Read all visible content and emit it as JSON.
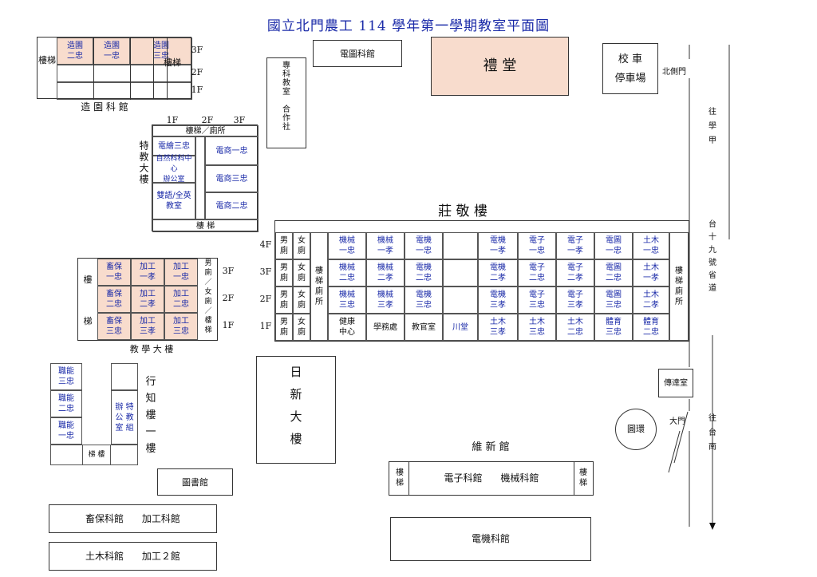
{
  "title": "國立北門農工 114 學年第一學期教室平面圖",
  "zaoyuan": {
    "stairs": "樓梯",
    "classes": [
      "造園\n二忠",
      "造園\n一忠",
      "造園\n三忠"
    ],
    "stairs_right": "樓梯",
    "floors": [
      "3F",
      "2F",
      "1F"
    ],
    "name": "造 園 科 館"
  },
  "dianji_top": "電圖科館",
  "auditorium": "禮  堂",
  "parking": "校    車\n停車場",
  "north_gate": "北側門",
  "zhuanke": "專\n科\n教\n室\n\n合\n作\n社",
  "teijiao": {
    "floors": [
      "1F",
      "2F",
      "3F"
    ],
    "header": "樓梯／廁所",
    "name": "特教大樓",
    "left": [
      "電繪三忠",
      "自然科科中心\n辦公室",
      "雙語/全英\n教室"
    ],
    "right": [
      "電商一忠",
      "電商三忠",
      "電商二忠"
    ],
    "footer": "樓      梯"
  },
  "zhuangjing": {
    "name": "莊    敬    樓",
    "floors": [
      "4F",
      "3F",
      "2F",
      "1F"
    ],
    "men": "男\n廁",
    "women": "女\n廁",
    "stairs_left": "樓\n梯\n廁\n所",
    "stairs_right": "樓\n梯\n廁\n所",
    "rows": [
      [
        "機械\n一忠",
        "機械\n一孝",
        "電機\n一忠",
        "",
        "電機\n一孝",
        "電子\n一忠",
        "電子\n一孝",
        "電圖\n一忠",
        "土木\n一忠"
      ],
      [
        "機械\n二忠",
        "機械\n二孝",
        "電機\n二忠",
        "",
        "電機\n二孝",
        "電子\n二忠",
        "電子\n二孝",
        "電圖\n二忠",
        "土木\n一孝"
      ],
      [
        "機械\n三忠",
        "機械\n三孝",
        "電機\n三忠",
        "",
        "電機\n三孝",
        "電子\n三忠",
        "電子\n三孝",
        "電圖\n三忠",
        "土木\n二孝"
      ],
      [
        "健康\n中心",
        "學務處",
        "教官室",
        "川堂",
        "土木\n三孝",
        "土木\n三忠",
        "土木\n二忠",
        "體育\n三忠",
        "體育\n二忠"
      ]
    ]
  },
  "jiaoxue": {
    "stairs_left": "樓\n\n\n\n梯",
    "rows": [
      [
        "畜保\n一忠",
        "加工\n一孝",
        "加工\n一忠"
      ],
      [
        "畜保\n二忠",
        "加工\n二孝",
        "加工\n二忠"
      ],
      [
        "畜保\n三忠",
        "加工\n三孝",
        "加工\n三忠"
      ]
    ],
    "side": "男\n廁\n／\n女\n廁\n／\n樓\n梯",
    "floors": [
      "3F",
      "2F",
      "1F"
    ],
    "name": "教 學 大 樓"
  },
  "xingzhi": {
    "classes": [
      "職能\n三忠",
      "職能\n二忠",
      "職能\n一忠"
    ],
    "office": "辦 特\n公 教\n室 組",
    "stairs": "梯 樓",
    "name": "行\n知\n樓\n一\n樓"
  },
  "rixin": "日\n\n新\n\n大\n\n樓",
  "library": "圖書館",
  "chuxu": "畜保科館      加工科館",
  "tumu": "土木科館      加工２館",
  "weixin": {
    "name": "維   新   館",
    "stairs": "樓\n梯",
    "center": "電子科館      機械科館"
  },
  "dianji_bottom": "電機科館",
  "guard": "傳達室",
  "roundabout": "圓環",
  "main_gate": "大門",
  "road_xuejia": "往\n\n學\n\n甲",
  "road_19": "台\n\n十\n\n九\n\n號\n\n省\n\n道",
  "road_tainan": "往\n\n台\n\n南"
}
